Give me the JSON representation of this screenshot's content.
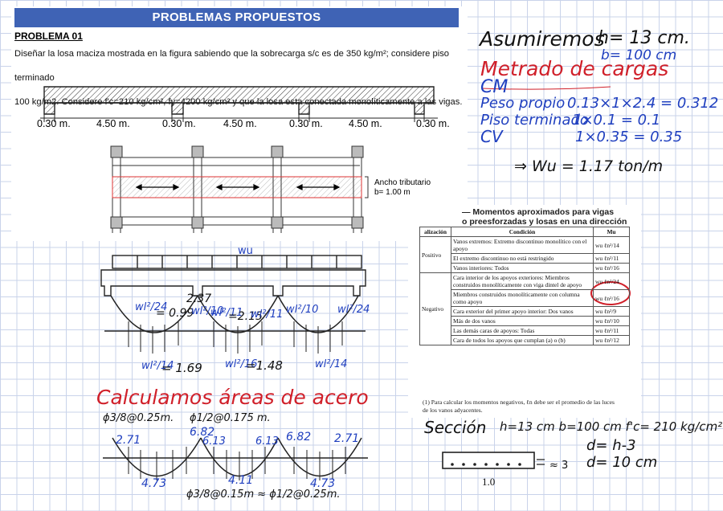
{
  "header": {
    "title": "PROBLEMAS PROPUESTOS"
  },
  "problem": {
    "title": "PROBLEMA 01",
    "text_1": "Diseñar la losa maciza mostrada en la figura sabiendo que la sobrecarga s/c es de 350 kg/m²; considere piso terminado",
    "text_2": "100 kg/m2. Considere f'c=210 kg/cm², fy=4200 kg/cm² y que la losa esta conectada monolíticamente a las vigas."
  },
  "section_dims": {
    "support": "0.30 m.",
    "span": "4.50 m."
  },
  "plan": {
    "tributary_1": "Ancho tributario",
    "tributary_2": "b= 1.00 m"
  },
  "beam": {
    "load_label": "wu"
  },
  "handwritten": {
    "assume": "Asumiremos",
    "h": "h= 13 cm.",
    "b": "b= 100 cm",
    "metrado": "Metrado de cargas",
    "cm": "CM",
    "peso_label": "Peso propio",
    "peso_val": "0.13×1×2.4 = 0.312",
    "piso_label": "Piso terminado",
    "piso_val": "1×0.1   =   0.1",
    "cv_label": "CV",
    "cv_val": "1×0.35  =  0.35",
    "wu": "⇒  Wu = 1.17 ton/m",
    "calc": "Calculamos áreas de acero",
    "seccion": "Sección",
    "sec_dims": "h=13 cm  b=100 cm   f'c= 210 kg/cm²",
    "d1": "d= h-3",
    "d2": "d= 10 cm",
    "approx3": "≈ 3",
    "sec_width": "1.0",
    "m_neg_1": "= 0.99",
    "m_neg_mid": "2.37",
    "m_neg_2": "=2.15",
    "m_pos_1": "= 1.69",
    "m_pos_2": "=1.48",
    "bar_1": "ϕ3/8@0.25m.",
    "bar_2": "ϕ1/2@0.175 m.",
    "bar_3": "ϕ3/8@0.15m ≈ ϕ1/2@0.25m.",
    "as_values": [
      "2.71",
      "6.82",
      "6.13",
      "6.13",
      "6.82",
      "2.71"
    ],
    "as_pos": [
      "4.73",
      "4.11",
      "4.73"
    ]
  },
  "moments_table": {
    "title_1": "— Momentos aproximados para vigas",
    "title_2": "o preesforzadas y losas en una dirección",
    "headers": [
      "alización",
      "Condición",
      "Mu"
    ],
    "note_1": "(1) Para calcular los momentos negativos, ℓn debe ser el promedio de las luces",
    "note_2": "de los vanos adyacentes."
  }
}
